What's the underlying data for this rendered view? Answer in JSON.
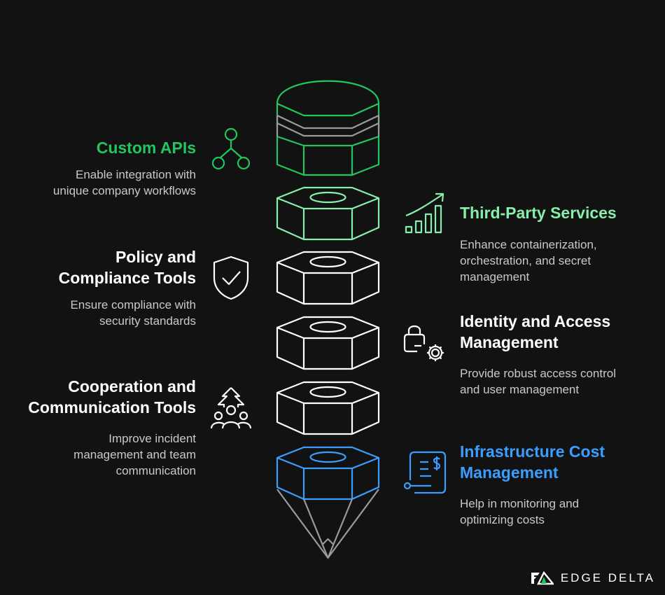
{
  "colors": {
    "background": "#121212",
    "green": "#22c55e",
    "mint": "#86efac",
    "white": "#ffffff",
    "blue": "#3b9eff",
    "description": "#c9c9c9",
    "gray": "#9a9a9a"
  },
  "items": [
    {
      "id": "custom-apis",
      "title": "Custom APIs",
      "description": "Enable integration with\nunique company workflows",
      "icon": "hierarchy-nodes-icon",
      "color": "#22c55e"
    },
    {
      "id": "third-party-services",
      "title": "Third-Party Services",
      "description": "Enhance containerization,\norchestration, and secret\nmanagement",
      "icon": "growth-chart-icon",
      "color": "#86efac"
    },
    {
      "id": "policy-compliance",
      "title": "Policy and\nCompliance Tools",
      "description": "Ensure compliance with\nsecurity standards",
      "icon": "shield-check-icon",
      "color": "#ffffff"
    },
    {
      "id": "identity-access",
      "title": "Identity and Access\nManagement",
      "description": "Provide robust access control\nand user management",
      "icon": "lock-gear-icon",
      "color": "#ffffff"
    },
    {
      "id": "cooperation-communication",
      "title": "Cooperation and\nCommunication Tools",
      "description": "Improve incident\nmanagement and team\ncommunication",
      "icon": "team-arrow-icon",
      "color": "#ffffff"
    },
    {
      "id": "infrastructure-cost",
      "title": "Infrastructure Cost\nManagement",
      "description": "Help in monitoring and\noptimizing costs",
      "icon": "invoice-dollar-icon",
      "color": "#3b9eff"
    }
  ],
  "logo": {
    "text": "EDGE DELTA",
    "icon": "edge-delta-logo-icon"
  }
}
